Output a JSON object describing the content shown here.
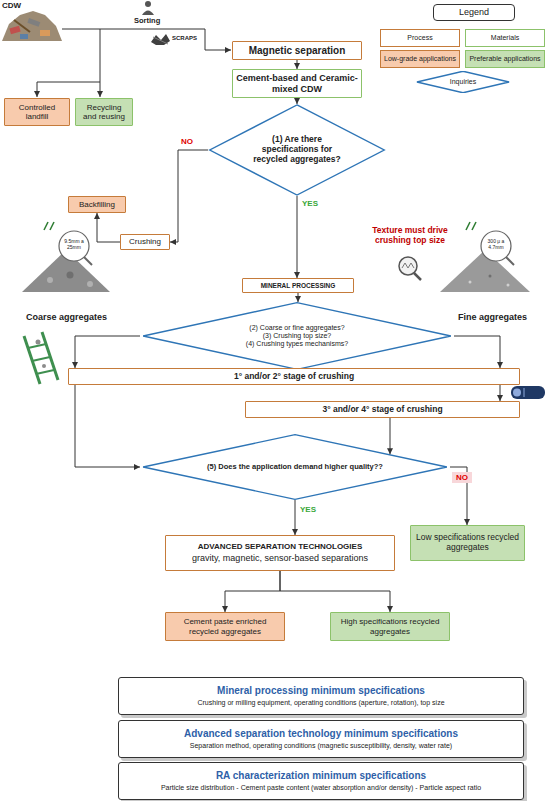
{
  "diagram": {
    "nodes": [
      {
        "text": [
          "Magnetic separation"
        ]
      },
      {
        "text": [
          "Cement-based and Ceramic-mixed CDW"
        ]
      },
      {
        "text": [
          "Controlled landfill"
        ]
      },
      {
        "text": [
          "Recycling and reusing"
        ]
      },
      {
        "text": [
          "(1) Are there specifications for recycled aggregates?"
        ]
      },
      {
        "text": [
          "Backfilling"
        ]
      },
      {
        "text": [
          "Crushing"
        ]
      },
      {
        "text": [
          "MINERAL PROCESSING"
        ]
      },
      {
        "text": [
          "(2) Coarse or fine aggregates?",
          "(3) Crushing top size?",
          "(4) Crushing types mechanisms?"
        ]
      },
      {
        "text": [
          "1° and/or 2° stage of crushing"
        ]
      },
      {
        "text": [
          "3° and/or 4° stage of crushing"
        ]
      },
      {
        "text": [
          "(5) Does the application demand higher quality??"
        ]
      },
      {
        "text": [
          "ADVANCED SEPARATION TECHNOLOGIES",
          "gravity, magnetic, sensor-based separations"
        ]
      },
      {
        "text": [
          "Low specifications recycled aggregates"
        ]
      },
      {
        "text": [
          "Cement paste enriched recycled aggregates"
        ]
      },
      {
        "text": [
          "High specifications recycled aggregates"
        ]
      },
      {
        "text": [
          "Mineral processing minimum specifications",
          "Crushing or milling equipment, operating conditions (aperture, rotation), top size"
        ]
      },
      {
        "text": [
          "Advanced separation technology minimum specifications",
          "Separation method, operating conditions (magnetic susceptibility, density, water rate)"
        ]
      },
      {
        "text": [
          "RA characterization minimum specifications",
          "Particle size distribution - Cement paste content (water absorption and/or density) - Particle aspect ratio"
        ]
      }
    ],
    "edges": [
      {
        "from": 0,
        "to": 1,
        "arrow": "to"
      },
      {
        "from": 1,
        "to": 4,
        "arrow": "to"
      },
      {
        "from": 4,
        "to": 6,
        "label": "NO",
        "arrow": "to"
      },
      {
        "from": 6,
        "to": 5,
        "arrow": "to"
      },
      {
        "from": 4,
        "to": 7,
        "label": "YES",
        "arrow": "to"
      },
      {
        "from": 7,
        "to": 8,
        "arrow": "to"
      },
      {
        "from": 8,
        "to": 9,
        "arrow": "to"
      },
      {
        "from": 8,
        "to": 9,
        "arrow": "to"
      },
      {
        "from": 9,
        "to": 10,
        "arrow": "to"
      },
      {
        "from": 9,
        "to": 11,
        "arrow": "to"
      },
      {
        "from": 10,
        "to": 11,
        "arrow": "to"
      },
      {
        "from": 11,
        "to": 12,
        "label": "YES",
        "arrow": "to"
      },
      {
        "from": 11,
        "to": 13,
        "label": "NO",
        "arrow": "to"
      },
      {
        "from": 12,
        "to": 14,
        "arrow": "to"
      },
      {
        "from": 12,
        "to": 15,
        "arrow": "to"
      }
    ],
    "labels": [
      "CDW",
      "Sorting",
      "Legend",
      "SCRAPS",
      "Texture must drive crushing top size",
      "9.5mm a 25mm",
      "300 μ a 4.7mm",
      "Coarse aggregates",
      "Fine aggregates"
    ],
    "legend": [
      {
        "text": "Process"
      },
      {
        "text": "Materials"
      },
      {
        "text": "Low-grade applications",
        "color": "#f8cbad"
      },
      {
        "text": "Preferable applications",
        "color": "#c5e0b4"
      },
      {
        "text": "Inquiries"
      }
    ]
  }
}
